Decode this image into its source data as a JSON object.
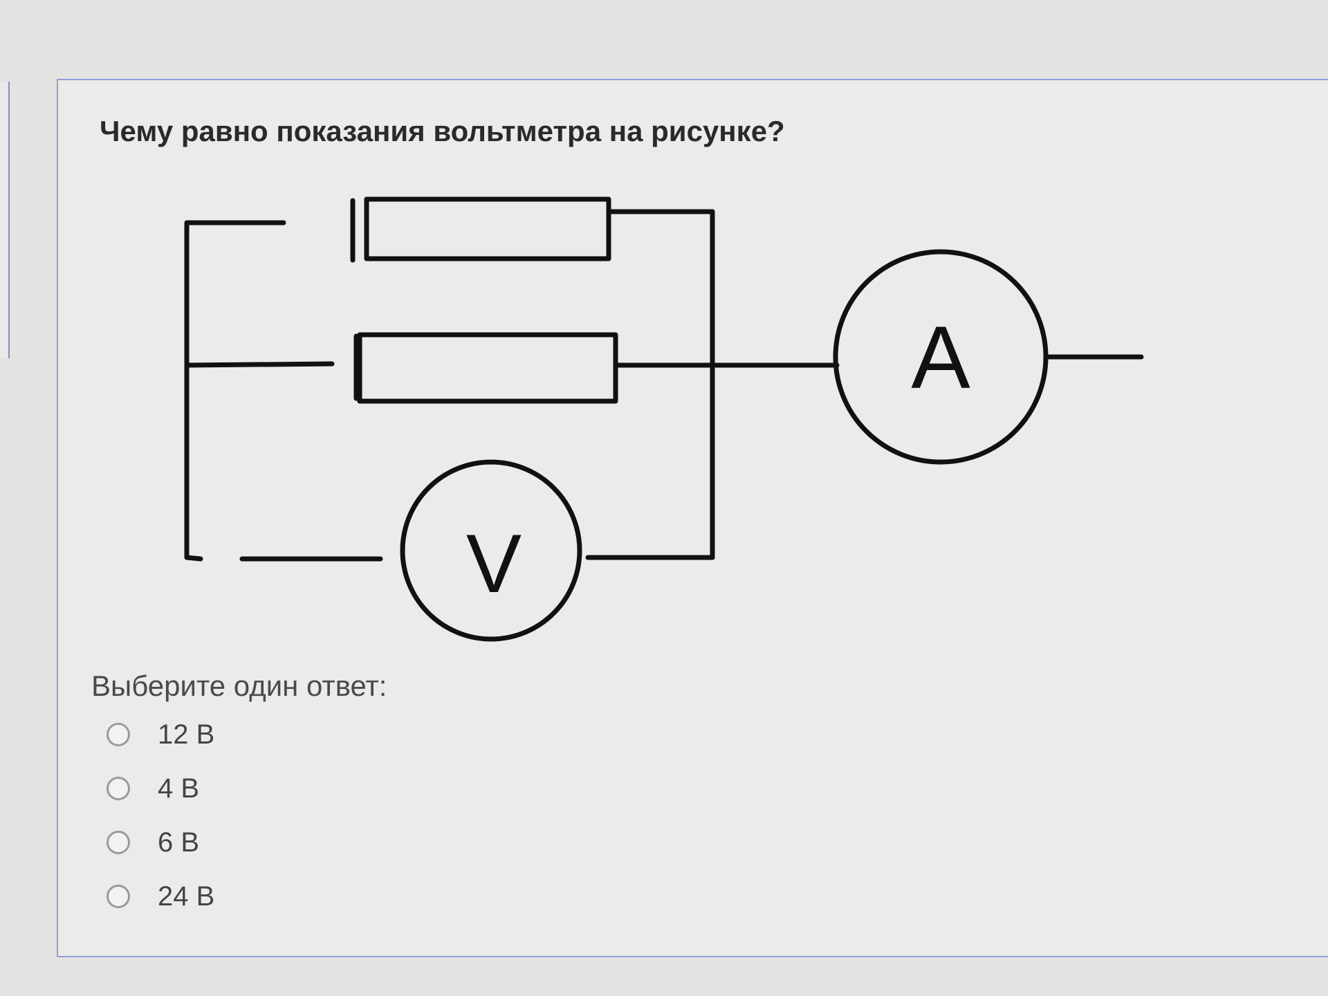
{
  "question": {
    "text": "Чему равно показания вольтметра на рисунке?"
  },
  "circuit": {
    "voltmeter_label": "V",
    "ammeter_label": "A"
  },
  "answer": {
    "prompt": "Выберите один ответ:",
    "options": [
      {
        "label": "12 В",
        "selected": false
      },
      {
        "label": "4 В",
        "selected": false
      },
      {
        "label": "6 В",
        "selected": false
      },
      {
        "label": "24 В",
        "selected": false
      }
    ]
  },
  "colors": {
    "card_border": "#8fa0d6",
    "ink": "#111111",
    "background": "#e3e3e1"
  }
}
